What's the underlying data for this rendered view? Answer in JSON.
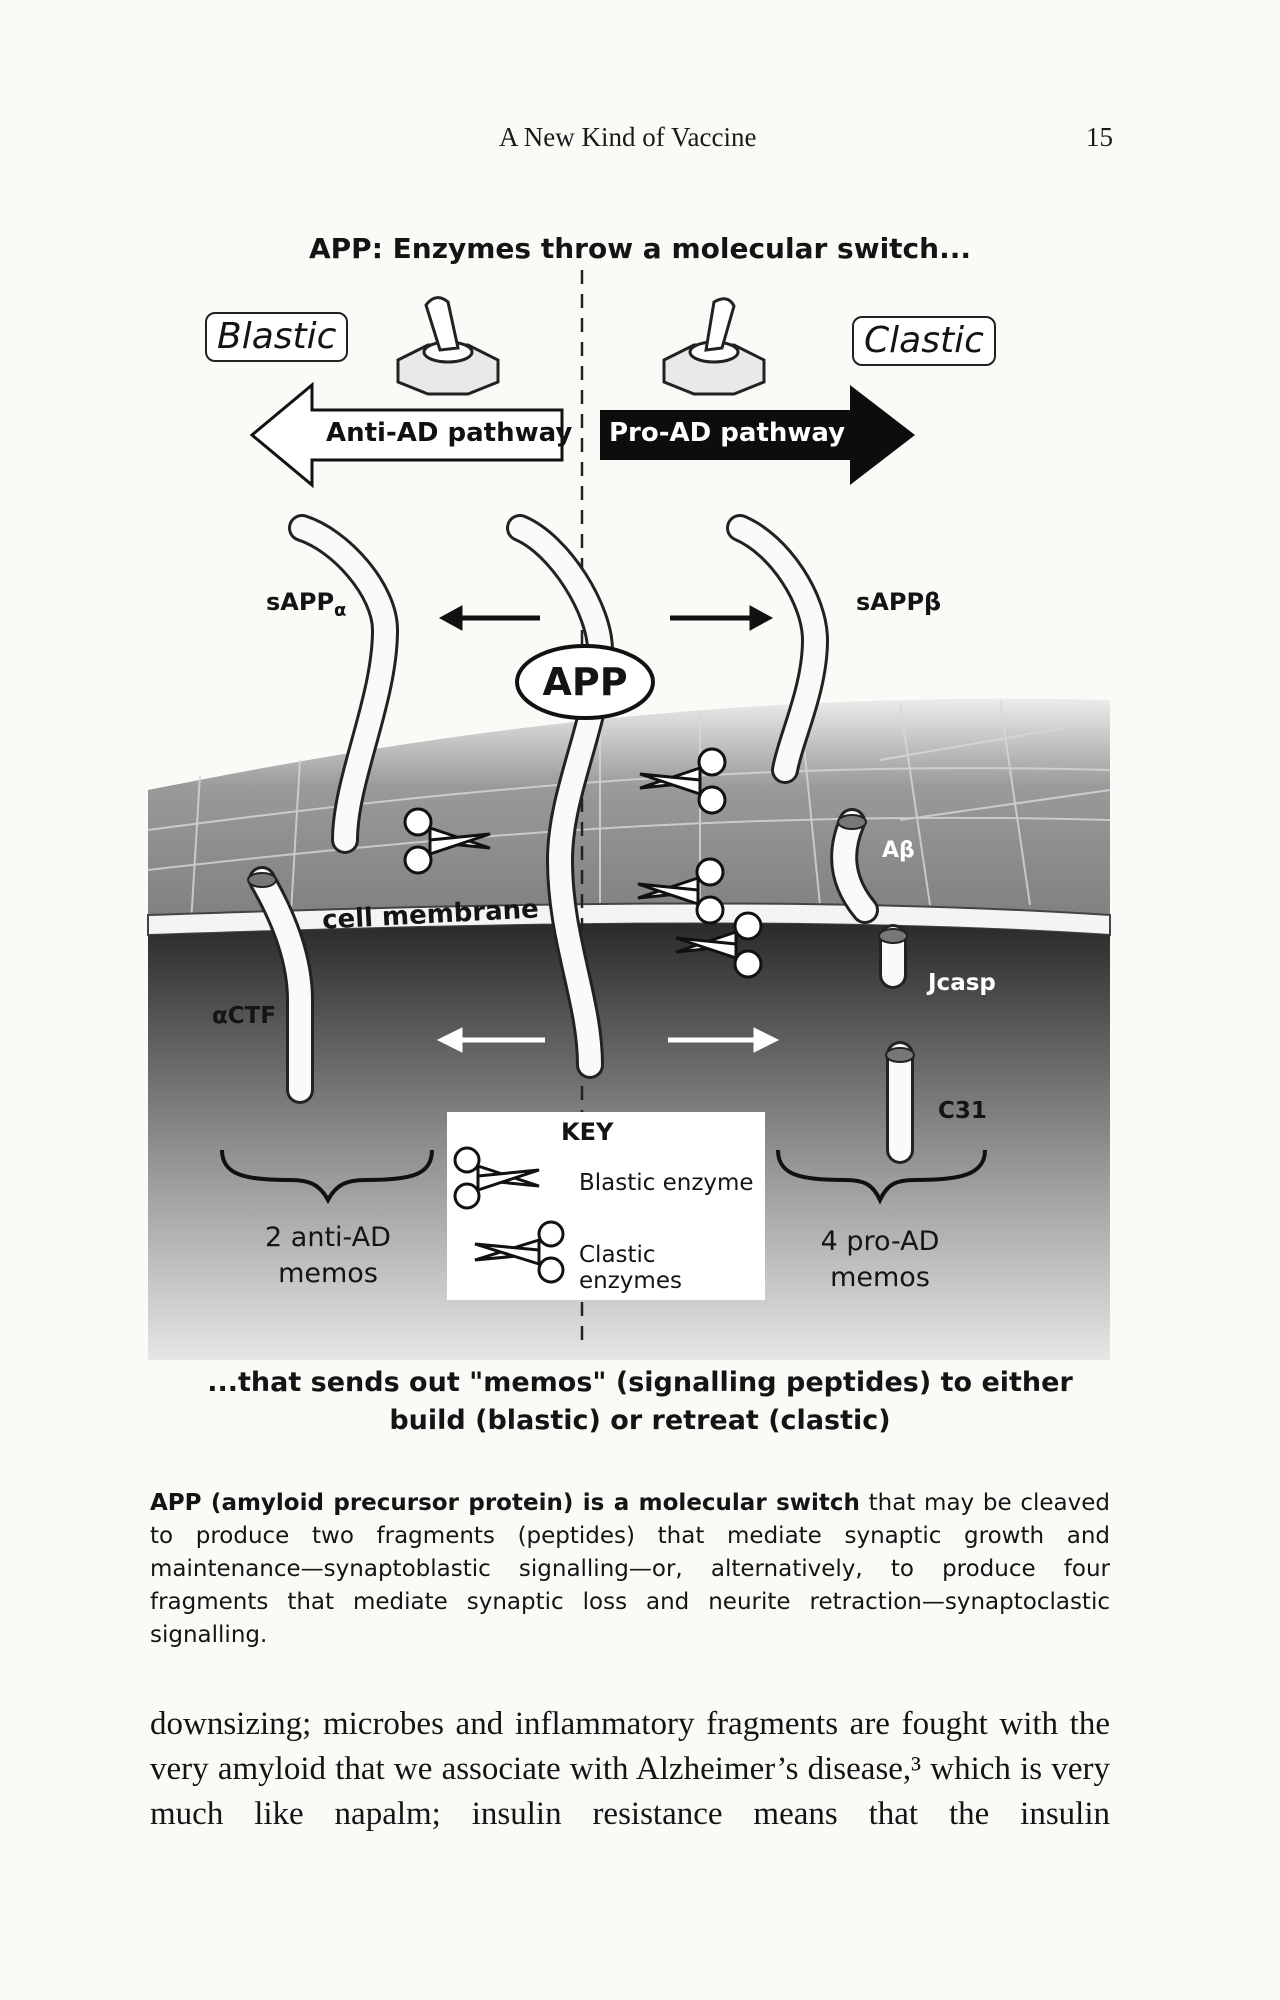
{
  "running_head": {
    "title": "A New Kind of Vaccine",
    "page_number": "15"
  },
  "figure": {
    "title": "APP: Enzymes throw a molecular switch...",
    "blastic_label": "Blastic",
    "clastic_label": "Clastic",
    "anti_ad_pathway": "Anti-AD pathway",
    "pro_ad_pathway": "Pro-AD pathway",
    "sapp_alpha": "sAPP",
    "sapp_alpha_sub": "α",
    "sapp_beta": "sAPPβ",
    "app": "APP",
    "a_beta": "Aβ",
    "cell_membrane": "cell membrane",
    "actf": "αCTF",
    "jcasp": "Jcasp",
    "c31": "C31",
    "anti_ad_memos": "2 anti-AD memos",
    "pro_ad_memos": "4 pro-AD memos",
    "key": {
      "title": "KEY",
      "blastic": "Blastic enzyme",
      "clastic": "Clastic enzymes"
    },
    "bottom_text": "...that sends out \"memos\" (signalling peptides) to either build (blastic) or retreat (clastic)"
  },
  "caption": {
    "bold_part": "APP (amyloid precursor protein) is a molecular switch",
    "rest": " that may be cleaved to produce two fragments (peptides) that mediate synaptic growth and maintenance—synaptoblastic signalling—or, alternatively, to produce four fragments that mediate synaptic loss and neurite retraction—synaptoclastic signalling."
  },
  "body_text": "downsizing; microbes and inflammatory fragments are fought with the very amyloid that we associate with Alzheimer’s disease,³ which is very much like napalm; insulin resistance means that the insulin"
}
